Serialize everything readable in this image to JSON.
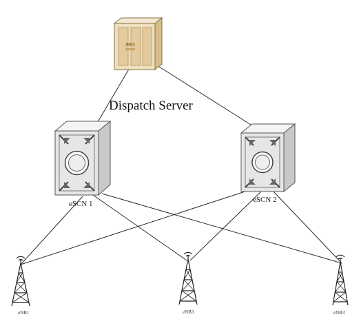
{
  "server": {
    "label": "Dispatch Server",
    "icon": "server-tower-icon",
    "colors": {
      "body": "#eedfbe",
      "side": "#d8bd8a",
      "edge": "#8a6f44",
      "slot": "#c7a46b"
    }
  },
  "switches": [
    {
      "label": "eSCN 1",
      "icon": "network-switch-icon"
    },
    {
      "label": "eSCN 2",
      "icon": "network-switch-icon"
    }
  ],
  "towers": [
    {
      "label": "eNB1",
      "icon": "cell-tower-icon"
    },
    {
      "label": "eNB3",
      "icon": "cell-tower-icon"
    },
    {
      "label": "eNB3",
      "icon": "cell-tower-icon"
    }
  ],
  "colors": {
    "line": "#2a2a2a",
    "switch_face": "#e6e6e6",
    "switch_side": "#c9c9c9",
    "switch_top": "#f4f4f4",
    "switch_edge": "#555555",
    "tower": "#222222"
  }
}
